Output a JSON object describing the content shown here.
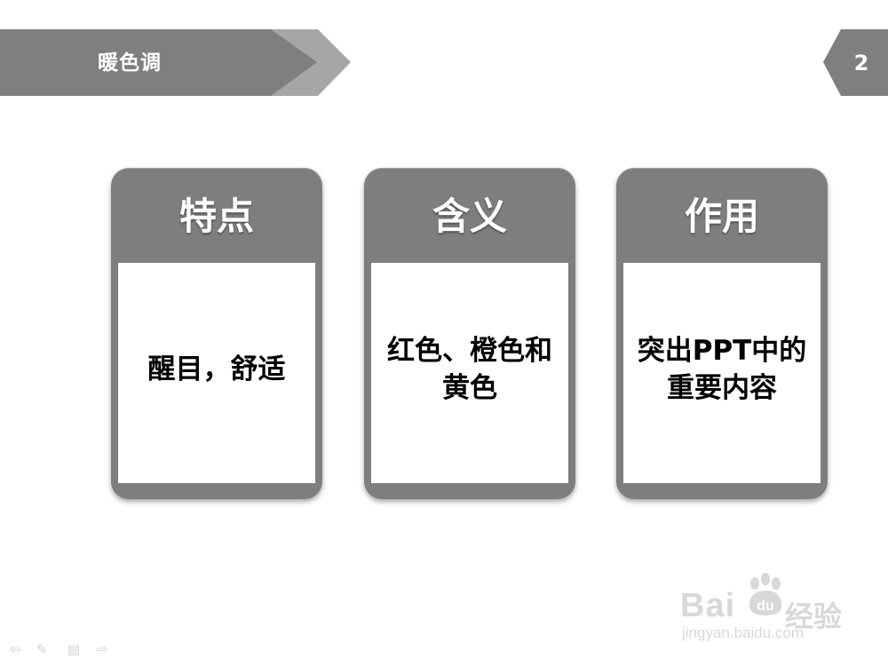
{
  "slide": {
    "title": "暖色调",
    "page_number": "2"
  },
  "cards": [
    {
      "header": "特点",
      "body": "醒目，舒适"
    },
    {
      "header": "含义",
      "body": "红色、橙色和黄色"
    },
    {
      "header": "作用",
      "body": "突出PPT中的重要内容"
    }
  ],
  "watermark": {
    "brand": "Bai",
    "paw_text": "du",
    "product": "经验",
    "url": "jingyan.baidu.com"
  },
  "nav": {
    "prev": "⇦",
    "pen": "✎",
    "menu": "▤",
    "next": "⇨"
  },
  "colors": {
    "banner": "#7f7f7f",
    "banner_arrow": "#a6a6a6",
    "card": "#7e7e7e",
    "watermark": "#d8d8d8"
  }
}
